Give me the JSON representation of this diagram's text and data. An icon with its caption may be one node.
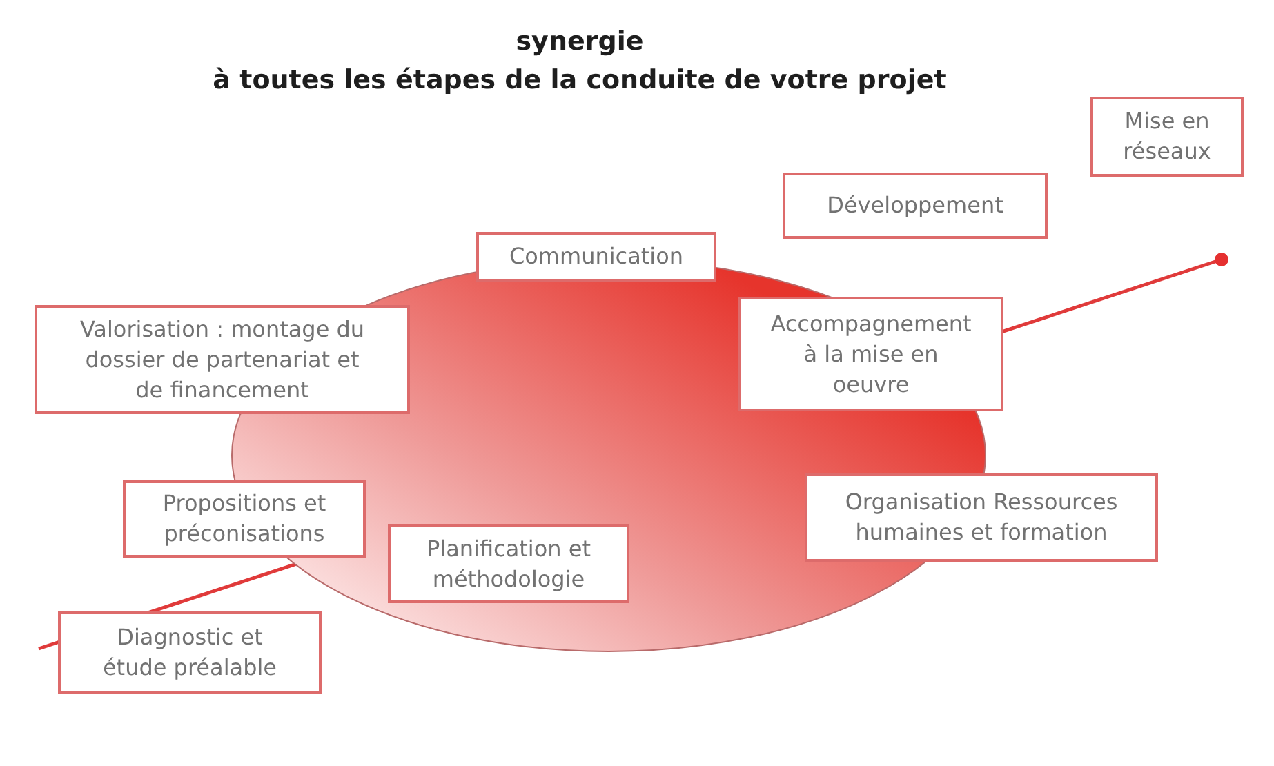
{
  "diagram": {
    "title": "synergie à toutes les étapes de la conduite de votre projet",
    "nodes": [
      {
        "text": [
          "Mise en réseaux"
        ]
      },
      {
        "text": [
          "Développement"
        ]
      },
      {
        "text": [
          "Communication"
        ]
      },
      {
        "text": [
          "Valorisation : montage du dossier de partenariat et de financement"
        ]
      },
      {
        "text": [
          "Accompagnement à la mise en oeuvre"
        ]
      },
      {
        "text": [
          "Propositions et préconisations"
        ]
      },
      {
        "text": [
          "Organisation Ressources humaines et formation"
        ]
      },
      {
        "text": [
          "Planification et méthodologie"
        ]
      },
      {
        "text": [
          "Diagnostic et étude préalable"
        ]
      }
    ]
  }
}
